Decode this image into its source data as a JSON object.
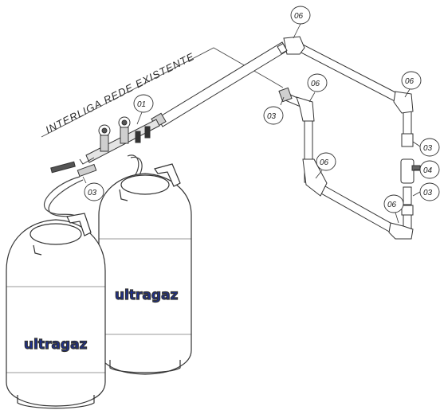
{
  "diagram": {
    "note": "INTERLIGA REDE EXISTENTE",
    "brand": "ultragaz",
    "colors": {
      "line": "#333333",
      "brand": "#1d2f8f",
      "background": "#ffffff"
    },
    "callouts": [
      "06",
      "06",
      "03",
      "06",
      "01",
      "06",
      "03",
      "04",
      "03",
      "06",
      "03"
    ]
  }
}
